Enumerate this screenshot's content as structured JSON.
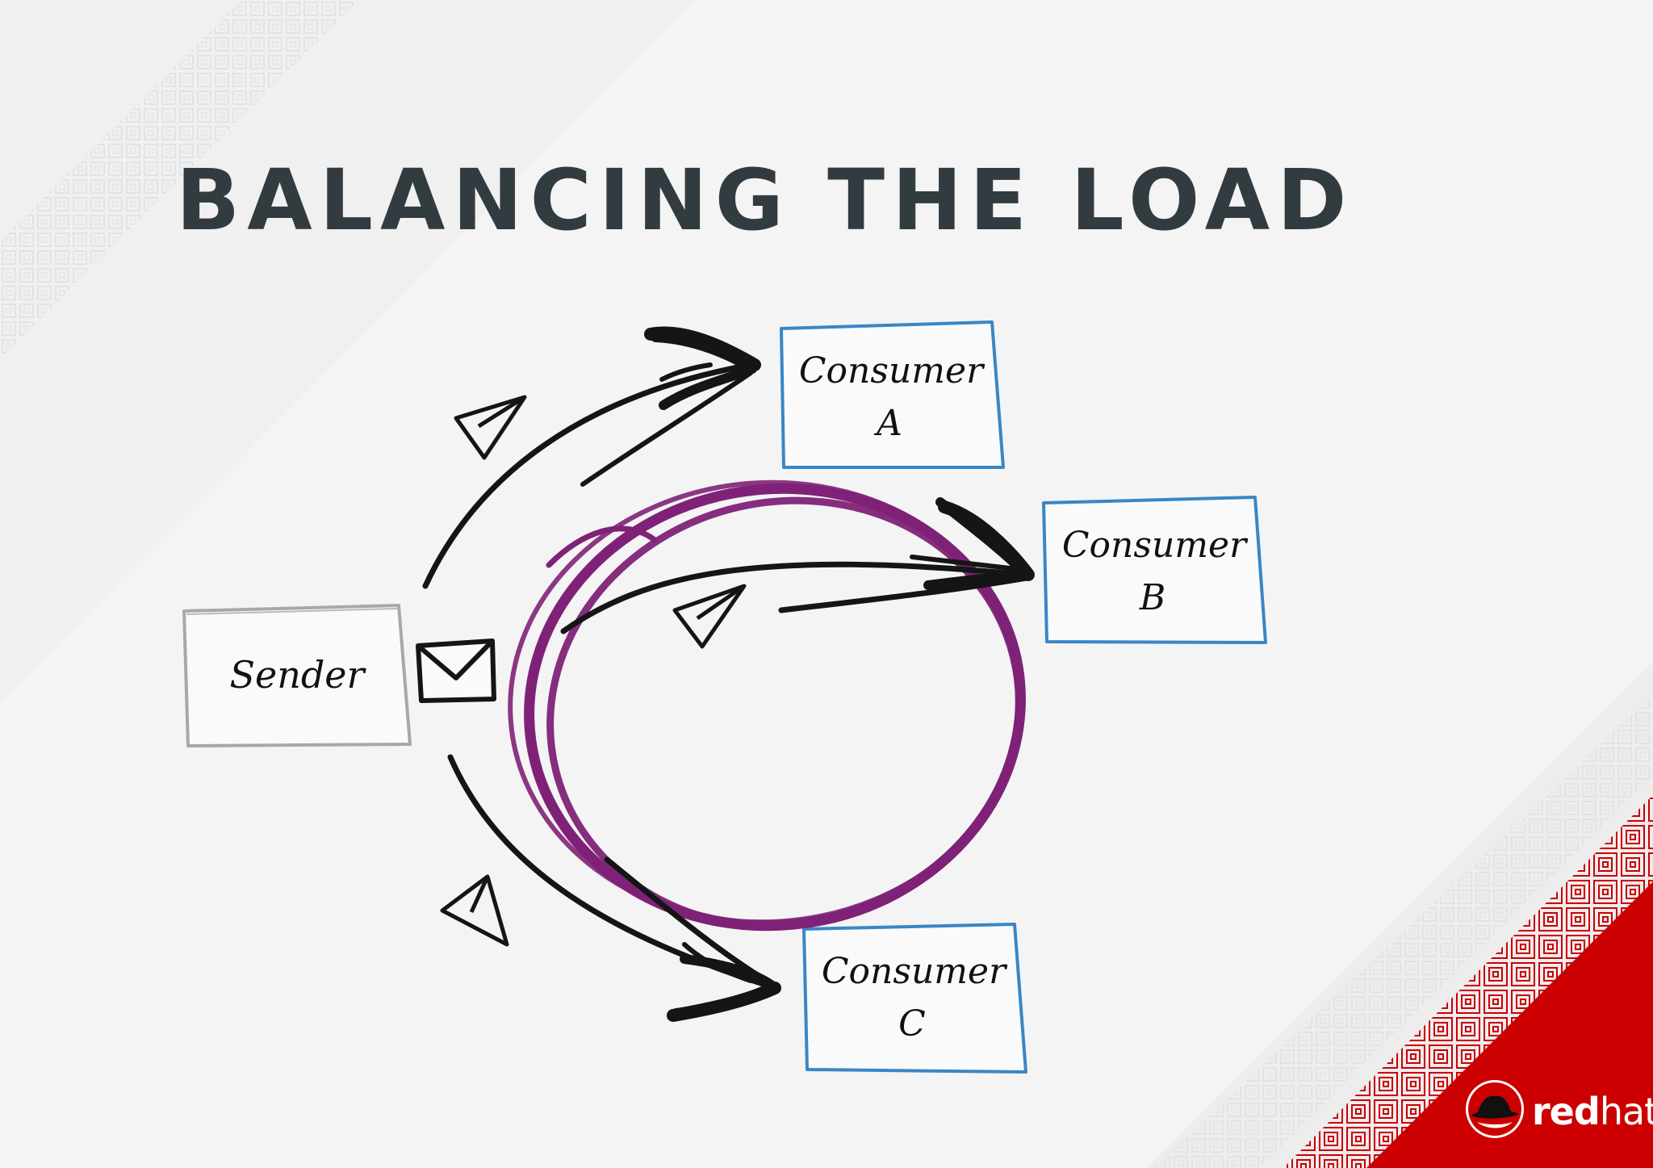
{
  "slide": {
    "title": "BALANCING THE LOAD"
  },
  "diagram": {
    "sender": {
      "label": "Sender"
    },
    "consumers": [
      {
        "id": "a",
        "line1": "Consumer",
        "line2": "A"
      },
      {
        "id": "b",
        "line1": "Consumer",
        "line2": "B"
      },
      {
        "id": "c",
        "line1": "Consumer",
        "line2": "C"
      }
    ],
    "icons": [
      "envelope-icon",
      "paper-plane-icon",
      "paper-plane-icon",
      "paper-plane-icon"
    ],
    "colors": {
      "consumer_border": "#3a86c4",
      "sender_border": "#a8a8a8",
      "loop": "#7f2277",
      "arrows": "#151515"
    }
  },
  "brand": {
    "logo_bold": "red",
    "logo_light": "hat",
    "logo_mark": ".",
    "corner_color": "#cc0000",
    "icon": "redhat-fedora-icon"
  }
}
